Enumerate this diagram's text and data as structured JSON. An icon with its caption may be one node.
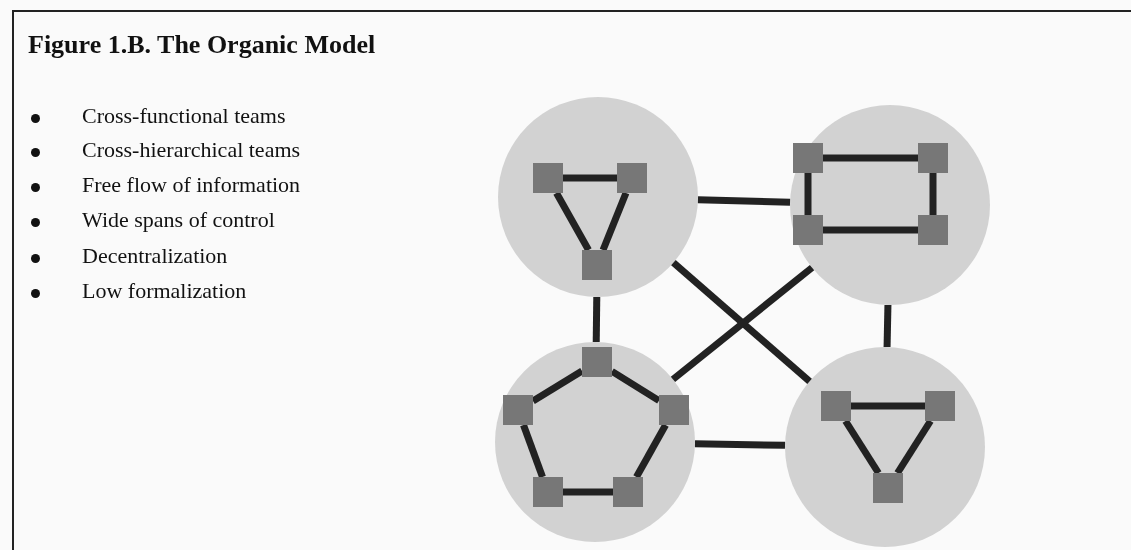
{
  "diagram": {
    "title": "Figure 1.B. The Organic Model",
    "nodes": [
      {
        "text": [],
        "shape": "circle"
      },
      {
        "text": [],
        "shape": "box",
        "in": 0
      },
      {
        "text": [],
        "shape": "box",
        "in": 0
      },
      {
        "text": [],
        "shape": "box",
        "in": 0
      },
      {
        "text": [],
        "shape": "circle"
      },
      {
        "text": [],
        "shape": "box",
        "in": 4
      },
      {
        "text": [],
        "shape": "box",
        "in": 4
      },
      {
        "text": [],
        "shape": "box",
        "in": 4
      },
      {
        "text": [],
        "shape": "box",
        "in": 4
      },
      {
        "text": [],
        "shape": "circle"
      },
      {
        "text": [],
        "shape": "box",
        "in": 9
      },
      {
        "text": [],
        "shape": "box",
        "in": 9
      },
      {
        "text": [],
        "shape": "box",
        "in": 9
      },
      {
        "text": [],
        "shape": "box",
        "in": 9
      },
      {
        "text": [],
        "shape": "box",
        "in": 9
      },
      {
        "text": [],
        "shape": "circle"
      },
      {
        "text": [],
        "shape": "box",
        "in": 15
      },
      {
        "text": [],
        "shape": "box",
        "in": 15
      },
      {
        "text": [],
        "shape": "box",
        "in": 15
      }
    ],
    "edges": [
      {
        "from": 0,
        "to": 4,
        "arrow": "none"
      },
      {
        "from": 0,
        "to": 9,
        "arrow": "none"
      },
      {
        "from": 0,
        "to": 15,
        "arrow": "none"
      },
      {
        "from": 4,
        "to": 9,
        "arrow": "none"
      },
      {
        "from": 4,
        "to": 15,
        "arrow": "none"
      },
      {
        "from": 9,
        "to": 15,
        "arrow": "none"
      },
      {
        "from": 1,
        "to": 2,
        "arrow": "none"
      },
      {
        "from": 1,
        "to": 3,
        "arrow": "none"
      },
      {
        "from": 2,
        "to": 3,
        "arrow": "none"
      },
      {
        "from": 5,
        "to": 6,
        "arrow": "none"
      },
      {
        "from": 5,
        "to": 7,
        "arrow": "none"
      },
      {
        "from": 6,
        "to": 8,
        "arrow": "none"
      },
      {
        "from": 7,
        "to": 8,
        "arrow": "none"
      },
      {
        "from": 10,
        "to": 11,
        "arrow": "none"
      },
      {
        "from": 10,
        "to": 12,
        "arrow": "none"
      },
      {
        "from": 11,
        "to": 13,
        "arrow": "none"
      },
      {
        "from": 12,
        "to": 14,
        "arrow": "none"
      },
      {
        "from": 13,
        "to": 14,
        "arrow": "none"
      },
      {
        "from": 16,
        "to": 17,
        "arrow": "none"
      },
      {
        "from": 16,
        "to": 18,
        "arrow": "none"
      },
      {
        "from": 17,
        "to": 18,
        "arrow": "none"
      }
    ],
    "labels": [
      "Cross-functional teams",
      "Cross-hierarchical teams",
      "Free flow of information",
      "Wide spans of control",
      "Decentralization",
      "Low formalization"
    ]
  }
}
